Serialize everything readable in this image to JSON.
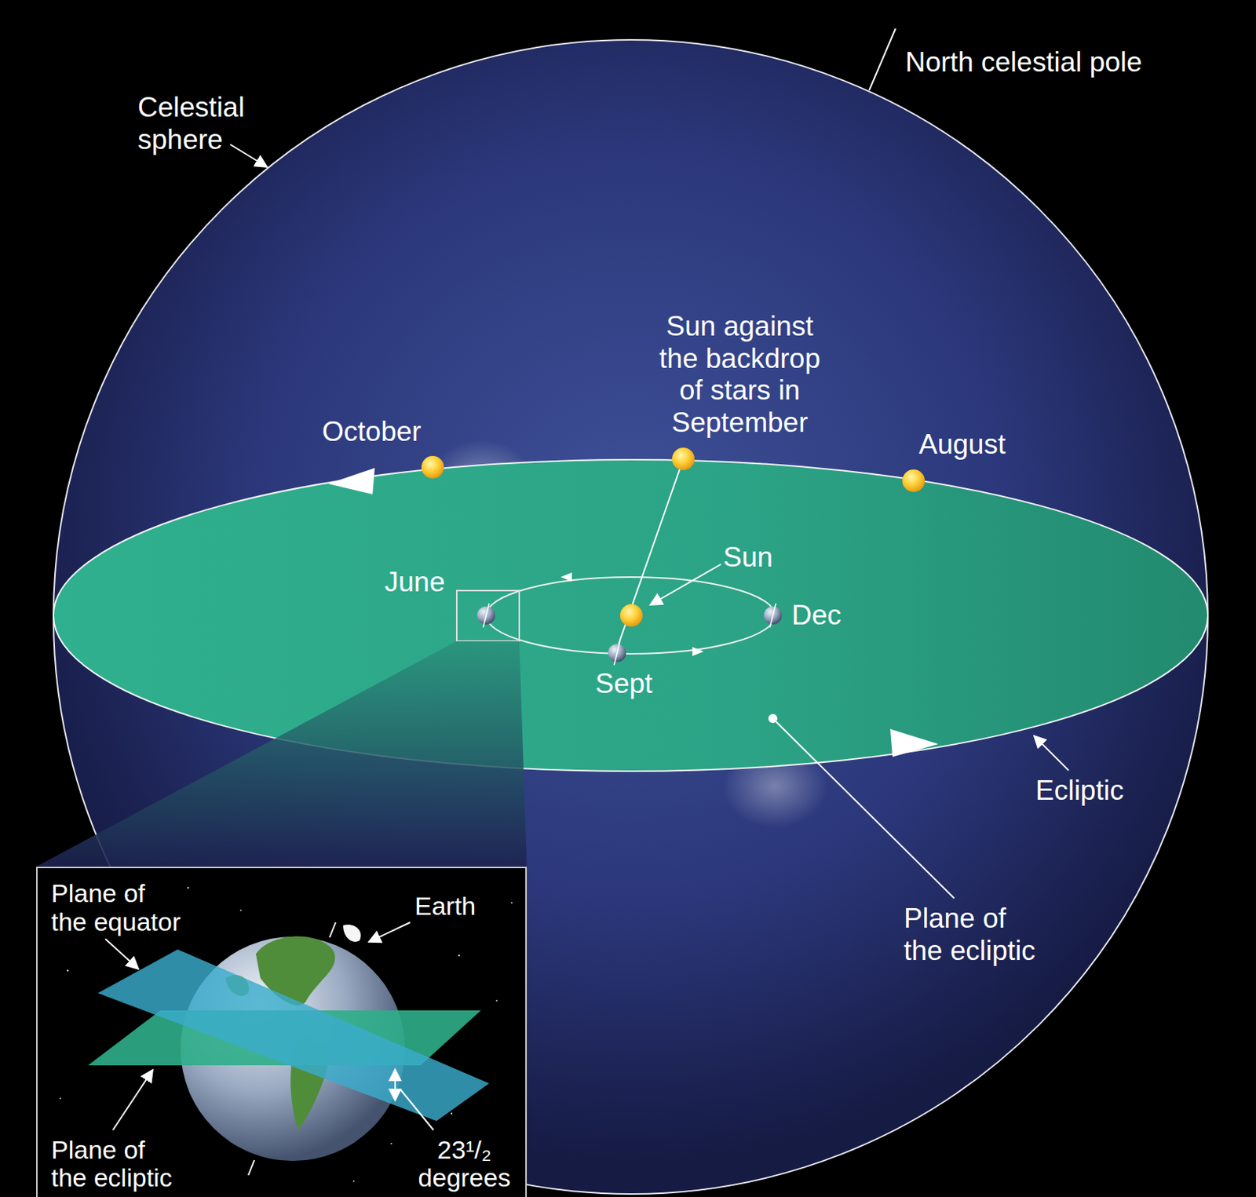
{
  "diagram": {
    "nodes": [
      {
        "text": [
          "Plane of the equator",
          "Earth",
          "Plane of the ecliptic",
          "23¹/₂ degrees"
        ]
      }
    ],
    "labels": [
      "Celestial sphere",
      "North celestial pole",
      "Sun against the backdrop of stars in September",
      "October",
      "August",
      "June",
      "Sun",
      "Dec",
      "Sept",
      "Ecliptic",
      "Plane of the ecliptic"
    ]
  }
}
